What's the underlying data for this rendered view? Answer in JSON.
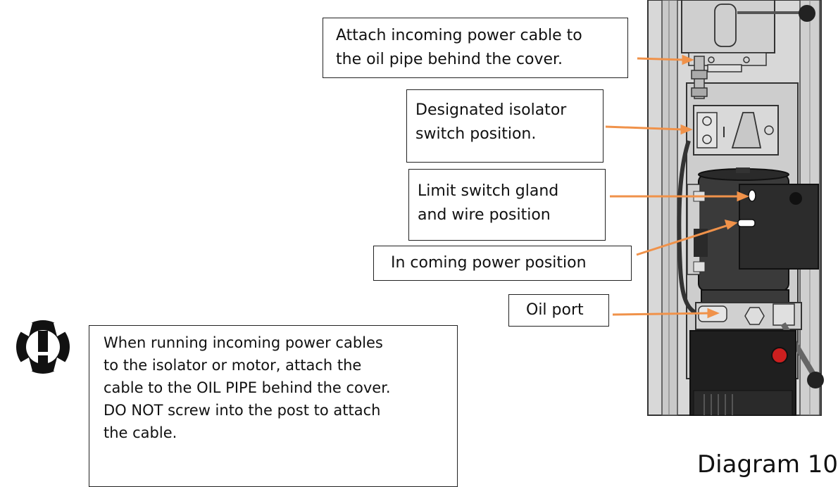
{
  "callouts": {
    "power_cable": [
      "Attach incoming power cable to",
      "the oil pipe behind the cover."
    ],
    "isolator": [
      "Designated isolator",
      "switch position."
    ],
    "limit_switch": [
      "Limit switch gland",
      "and wire position"
    ],
    "incoming_power": "In coming power position",
    "oil_port": "Oil port"
  },
  "warning": {
    "lines": [
      "When running incoming power cables",
      "to the isolator or motor, attach the",
      "cable to the OIL PIPE behind the cover.",
      "DO NOT screw into the post to attach",
      "the cable."
    ],
    "icon": "warning-hazard-icon"
  },
  "diagram_label": "Diagram 10",
  "colors": {
    "arrow": "#f0924a",
    "text": "#111111",
    "border": "#222222"
  }
}
